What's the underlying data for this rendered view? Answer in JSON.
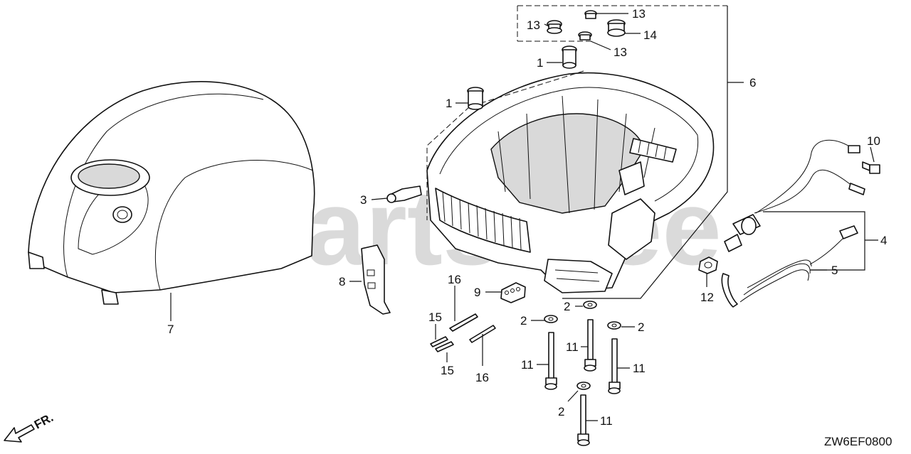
{
  "diagram": {
    "drawing_code": "ZW6EF0800",
    "direction_label": "FR.",
    "watermark": "PartsTree",
    "callouts": {
      "c1a": "1",
      "c1b": "1",
      "c2a": "2",
      "c2b": "2",
      "c2c": "2",
      "c2d": "2",
      "c3": "3",
      "c4": "4",
      "c5": "5",
      "c6": "6",
      "c7": "7",
      "c8": "8",
      "c9": "9",
      "c10": "10",
      "c11a": "11",
      "c11b": "11",
      "c11c": "11",
      "c11d": "11",
      "c12": "12",
      "c13a": "13",
      "c13b": "13",
      "c13c": "13",
      "c14": "14",
      "c15a": "15",
      "c15b": "15",
      "c16a": "16",
      "c16b": "16"
    }
  }
}
